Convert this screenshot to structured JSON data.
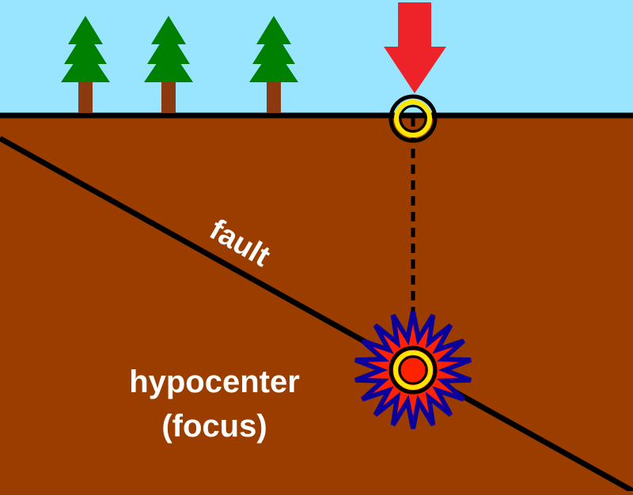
{
  "labels": {
    "fault": "fault",
    "hypocenter": "hypocenter",
    "focus": "(focus)"
  },
  "colors": {
    "sky": "#99e5ff",
    "ground": "#9c3d00",
    "tree_foliage": "#008000",
    "tree_trunk": "#8b3a0f",
    "arrow": "#ee2229",
    "marker_ring": "#ffe600",
    "burst_outline": "#0b0099",
    "burst_fill": "#ff2200",
    "line": "#000000",
    "label_text": "#ffffff"
  },
  "icons": {
    "trees": [
      "tree-icon",
      "tree-icon",
      "tree-icon"
    ],
    "arrow": "down-arrow-icon",
    "epicenter": "ring-marker-icon",
    "hypocenter": "starburst-icon"
  }
}
